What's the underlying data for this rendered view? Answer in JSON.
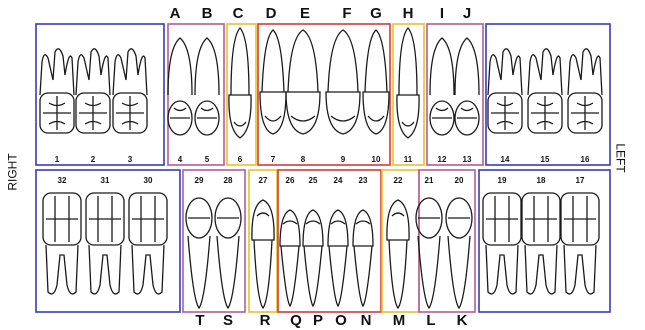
{
  "labels": {
    "right": "RIGHT",
    "left": "LEFT"
  },
  "colors": {
    "molar_box": "#3b3bb4",
    "premolar_box": "#b65a9a",
    "canine_box": "#e6c229",
    "incisor_box": "#d23b3b",
    "outline": "#1a1a1a"
  },
  "upper": {
    "primary_letters": [
      "A",
      "B",
      "C",
      "D",
      "E",
      "F",
      "G",
      "H",
      "I",
      "J"
    ],
    "tooth_numbers": [
      "1",
      "2",
      "3",
      "4",
      "5",
      "6",
      "7",
      "8",
      "9",
      "10",
      "11",
      "12",
      "13",
      "14",
      "15",
      "16"
    ]
  },
  "lower": {
    "tooth_numbers": [
      "32",
      "31",
      "30",
      "29",
      "28",
      "27",
      "26",
      "25",
      "24",
      "23",
      "22",
      "21",
      "20",
      "19",
      "18",
      "17"
    ],
    "primary_letters": [
      "T",
      "S",
      "R",
      "Q",
      "P",
      "O",
      "N",
      "M",
      "L",
      "K"
    ]
  }
}
